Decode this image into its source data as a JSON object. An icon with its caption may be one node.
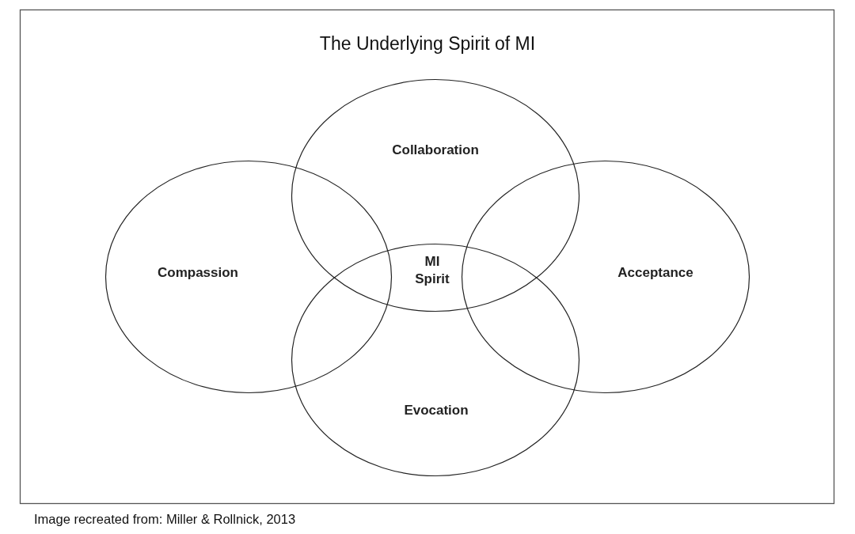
{
  "diagram": {
    "title": "The Underlying Spirit of MI",
    "caption": "Image recreated from: Miller & Rollnick, 2013",
    "nodes": [
      {
        "text": [
          "Collaboration"
        ]
      },
      {
        "text": [
          "Compassion"
        ]
      },
      {
        "text": [
          "Acceptance"
        ]
      },
      {
        "text": [
          "Evocation"
        ]
      }
    ],
    "labels": [
      "MI Spirit"
    ]
  }
}
